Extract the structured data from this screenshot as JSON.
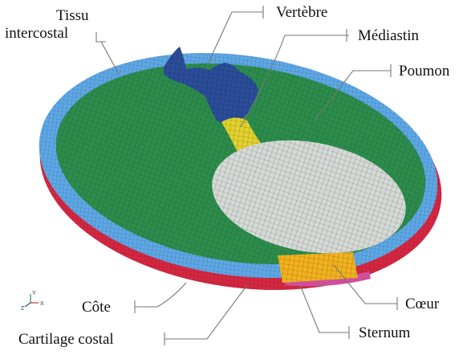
{
  "labels": {
    "tissu_line1": "Tissu",
    "tissu_line2": "intercostal",
    "vertebre": "Vertèbre",
    "mediastin": "Médiastin",
    "poumon": "Poumon",
    "cote": "Côte",
    "cartilage": "Cartilage costal",
    "coeur": "Cœur",
    "sternum": "Sternum"
  },
  "colors": {
    "intercostal": "#5fa8e6",
    "rib": "#d8263f",
    "cartilage": "#cf4f9a",
    "vertebra": "#2b4d9a",
    "mediastinum": "#e3d22e",
    "lung": "#2c8c4c",
    "heart": "#d5dad6",
    "sternum": "#f2b21e",
    "mesh_line": "#111111",
    "leader": "#777777"
  }
}
